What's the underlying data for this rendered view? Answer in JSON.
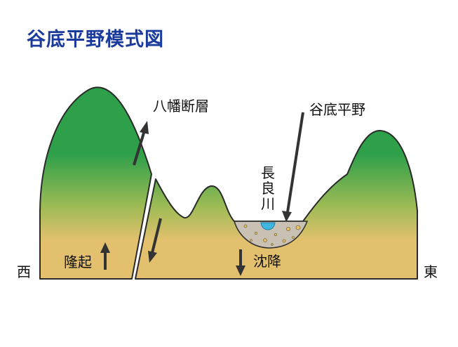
{
  "title": "谷底平野模式図",
  "labels": {
    "fault": "八幡断層",
    "valley_plain": "谷底平野",
    "river": "長良川",
    "uplift": "隆起",
    "subsidence": "沈降",
    "west": "西",
    "east": "東"
  },
  "colors": {
    "title": "#1a3a9c",
    "mountain_top": "#2fa04a",
    "mountain_mid": "#9dbb55",
    "mountain_base": "#e3c06e",
    "sediment": "#c9c2b4",
    "water": "#3fb6e0",
    "arrow": "#333333",
    "outline": "#2a2a2a"
  }
}
